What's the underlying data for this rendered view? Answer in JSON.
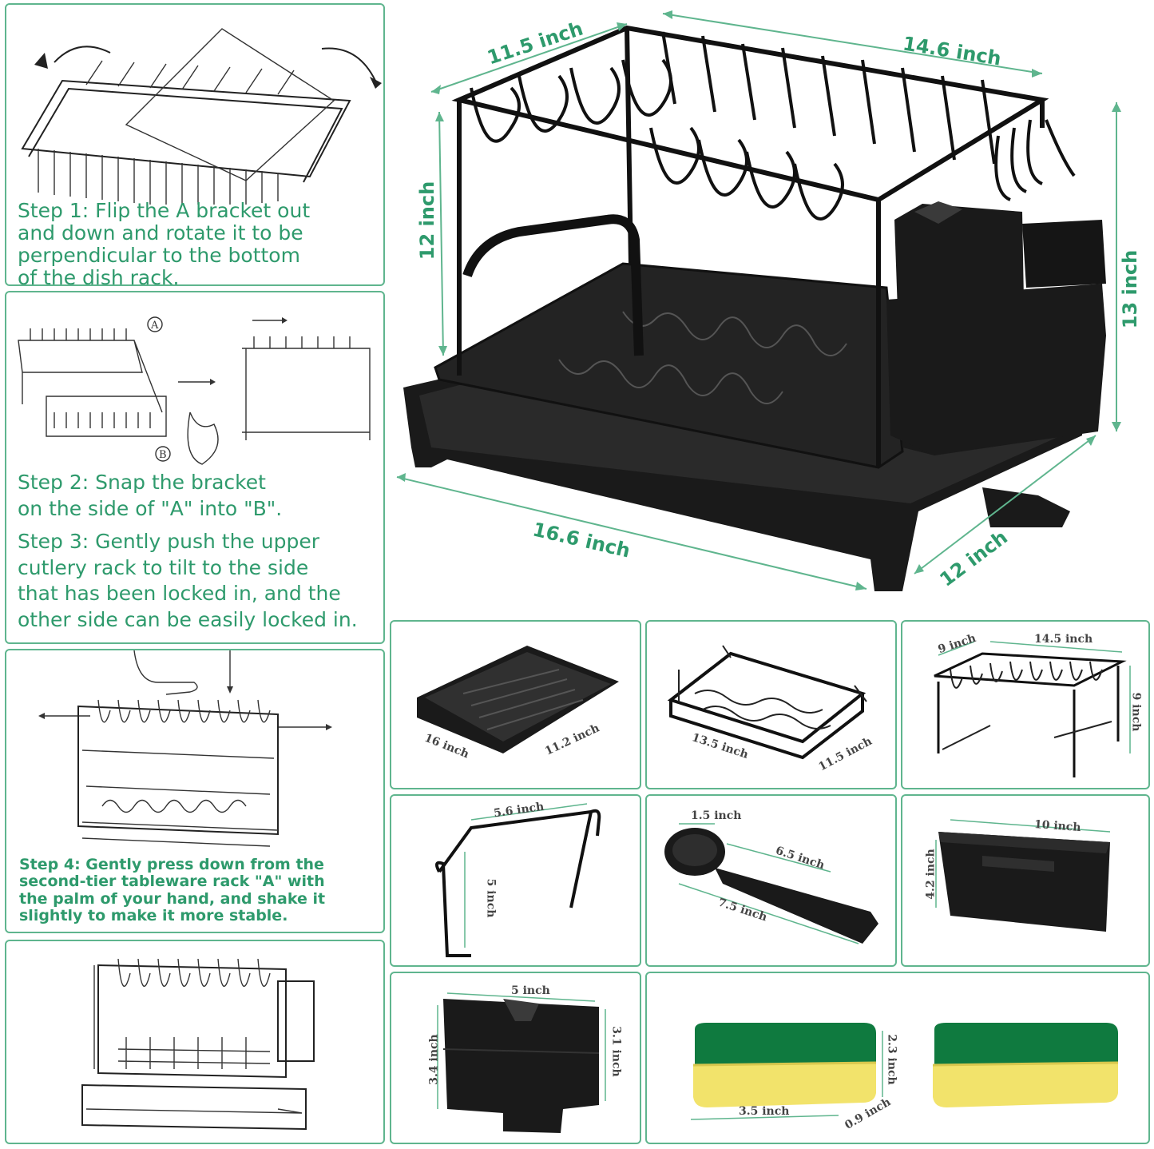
{
  "steps": {
    "step1": "Step 1: Flip the A bracket out\nand down and rotate it to be\nperpendicular to the bottom\nof the dish rack.",
    "step2": "Step 2: Snap the bracket\non the side of \"A\" into \"B\".",
    "step3": "Step 3: Gently push the upper\ncutlery rack to tilt to the side\nthat has been locked in, and the\nother side can be easily locked in.",
    "step4": "Step 4: Gently press down from the\nsecond-tier tableware rack \"A\" with\nthe palm of your hand, and shake it\nslightly to make it more stable."
  },
  "diagram_labels": {
    "a": "A",
    "b": "B"
  },
  "main_dimensions": {
    "top_depth": "11.5 inch",
    "top_width": "14.6 inch",
    "upper_height": "12 inch",
    "total_height": "13 inch",
    "base_length": "16.6 inch",
    "base_depth": "12 inch"
  },
  "parts": {
    "tray": {
      "length": "16 inch",
      "width": "11.2 inch"
    },
    "lower_basket": {
      "length": "13.5 inch",
      "width": "11.5 inch"
    },
    "upper_rack": {
      "depth": "9 inch",
      "width": "14.5 inch",
      "height": "9 inch"
    },
    "hook": {
      "width": "5.6 inch",
      "height": "5 inch"
    },
    "spout": {
      "tip": "1.5 inch",
      "width": "6.5 inch",
      "length": "7.5 inch"
    },
    "side_cup": {
      "length": "10 inch",
      "height": "4.2 inch"
    },
    "knife_holder": {
      "width": "5 inch",
      "height_left": "3.4 inch",
      "height_right": "3.1 inch"
    },
    "sponge": {
      "height": "2.3 inch",
      "length": "3.5 inch",
      "thickness": "0.9 inch"
    }
  },
  "colors": {
    "accent": "#2e9a6c",
    "border": "#5fb58e",
    "product": "#1a1a1a",
    "sponge_green": "#0f7a3f",
    "sponge_yellow": "#f2e36b"
  }
}
